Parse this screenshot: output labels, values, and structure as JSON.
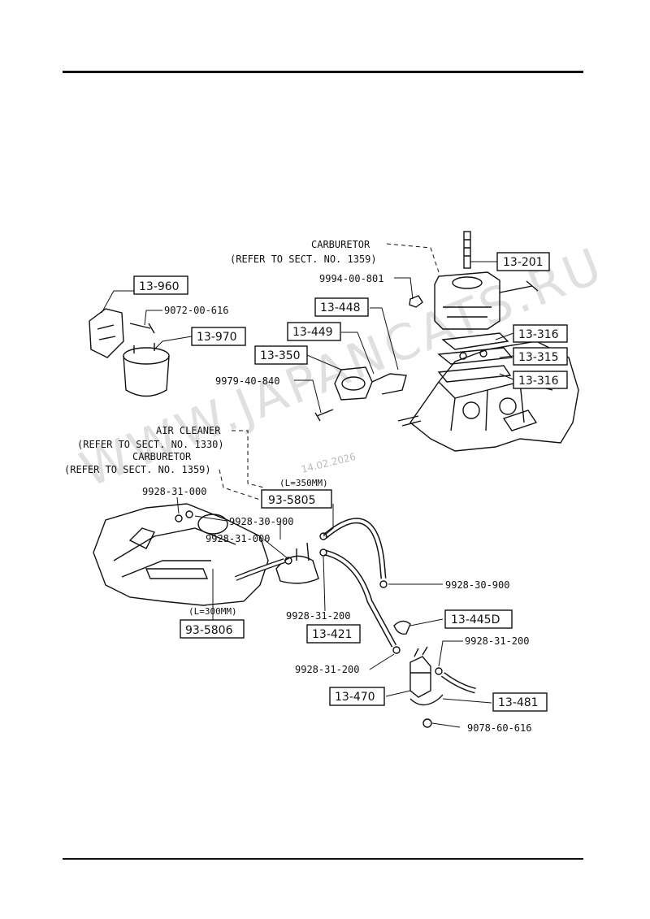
{
  "labels": {
    "carb_top_1": "CARBURETOR",
    "carb_top_2": "(REFER TO SECT. NO. 1359)",
    "p_9994": "9994-00-801",
    "p_9072": "9072-00-616",
    "p_9979": "9979-40-840",
    "air_1": "AIR CLEANER",
    "air_2": "(REFER TO SECT. NO. 1330)",
    "carb2_1": "CARBURETOR",
    "carb2_2": "(REFER TO SECT. NO. 1359)",
    "p_9928_31_000a": "9928-31-000",
    "p_9928_30_900a": "9928-30-900",
    "p_9928_31_000b": "9928-31-000",
    "len_350": "(L=350MM)",
    "len_300": "(L=300MM)",
    "p_9928_30_900b": "9928-30-900",
    "p_9928_31_200a": "9928-31-200",
    "p_9928_31_200b": "9928-31-200",
    "p_9928_31_200c": "9928-31-200",
    "p_9078": "9078-60-616"
  },
  "boxes": {
    "b_13_201": "13-201",
    "b_13_960": "13-960",
    "b_13_448": "13-448",
    "b_13_970": "13-970",
    "b_13_449": "13-449",
    "b_13_316a": "13-316",
    "b_13_350": "13-350",
    "b_13_315": "13-315",
    "b_13_316b": "13-316",
    "b_93_5805": "93-5805",
    "b_93_5806": "93-5806",
    "b_13_421": "13-421",
    "b_13_445d": "13-445D",
    "b_13_470": "13-470",
    "b_13_481": "13-481"
  },
  "watermark": {
    "text": "WWW.JAPANCATS.RU",
    "date": "14.02.2026"
  }
}
